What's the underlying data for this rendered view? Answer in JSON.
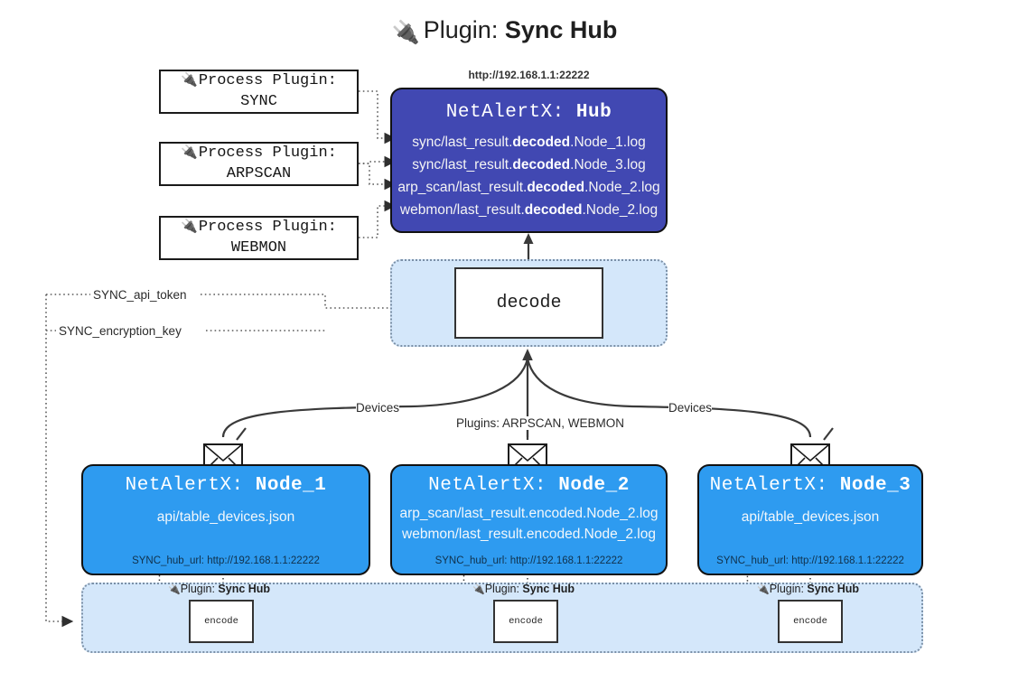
{
  "title": {
    "icon": "plug-icon",
    "prefix": "Plugin:",
    "name": "Sync Hub"
  },
  "process_plugins": [
    {
      "icon": "plug-icon",
      "label": "Process Plugin:",
      "name": "SYNC"
    },
    {
      "icon": "plug-icon",
      "label": "Process Plugin:",
      "name": "ARPSCAN"
    },
    {
      "icon": "plug-icon",
      "label": "Process Plugin:",
      "name": "WEBMON"
    }
  ],
  "hub": {
    "url": "http://192.168.1.1:22222",
    "app": "NetAlertX:",
    "name": "Hub",
    "files": [
      {
        "pre": "sync/last_result.",
        "mid": "decoded",
        "post": ".Node_1.log"
      },
      {
        "pre": "sync/last_result.",
        "mid": "decoded",
        "post": ".Node_3.log"
      },
      {
        "pre": "arp_scan/last_result.",
        "mid": "decoded",
        "post": ".Node_2.log"
      },
      {
        "pre": "webmon/last_result.",
        "mid": "decoded",
        "post": ".Node_2.log"
      }
    ]
  },
  "decode": {
    "label": "decode"
  },
  "edge_labels": {
    "devices_left": "Devices",
    "devices_right": "Devices",
    "plugins_mid": "Plugins: ARPSCAN, WEBMON",
    "api_token": "SYNC_api_token",
    "encryption_key": "SYNC_encryption_key"
  },
  "nodes": [
    {
      "icon": "envelope-icon",
      "app": "NetAlertX:",
      "name": "Node_1",
      "files": [
        "api/table_devices.json"
      ],
      "hub_url": "SYNC_hub_url: http://192.168.1.1:22222"
    },
    {
      "icon": "envelope-icon",
      "app": "NetAlertX:",
      "name": "Node_2",
      "files": [
        "arp_scan/last_result.encoded.Node_2.log",
        "webmon/last_result.encoded.Node_2.log"
      ],
      "hub_url": "SYNC_hub_url: http://192.168.1.1:22222"
    },
    {
      "icon": "envelope-icon",
      "app": "NetAlertX:",
      "name": "Node_3",
      "files": [
        "api/table_devices.json"
      ],
      "hub_url": "SYNC_hub_url: http://192.168.1.1:22222"
    }
  ],
  "encoders": [
    {
      "plugin_label": "Plugin:",
      "plugin_name": "Sync Hub",
      "box_label": "encode"
    },
    {
      "plugin_label": "Plugin:",
      "plugin_name": "Sync Hub",
      "box_label": "encode"
    },
    {
      "plugin_label": "Plugin:",
      "plugin_name": "Sync Hub",
      "box_label": "encode"
    }
  ],
  "colors": {
    "hub_fill": "#4148b2",
    "node_fill": "#2e9bf0",
    "container_fill": "#d4e7fa",
    "stroke": "#111111",
    "dotted_stroke": "#5a5a5a"
  }
}
